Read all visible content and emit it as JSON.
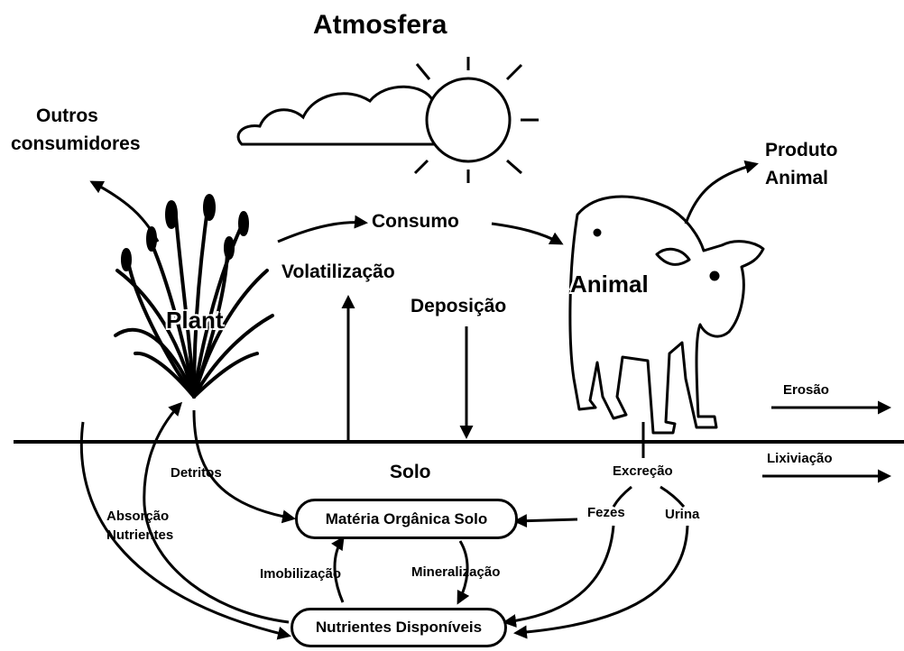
{
  "labels": {
    "atmosphere": "Atmosfera",
    "other_consumers_1": "Outros",
    "other_consumers_2": "consumidores",
    "animal_product_1": "Produto",
    "animal_product_2": "Animal",
    "consumption": "Consumo",
    "volatilization": "Volatilização",
    "deposition": "Deposição",
    "plant": "Plant",
    "animal": "Animal",
    "erosion": "Erosão",
    "leaching": "Lixiviação",
    "soil": "Solo",
    "detritus": "Detritos",
    "excretion": "Excreção",
    "nutrient_uptake_1": "Absorção",
    "nutrient_uptake_2": "Nutrientes",
    "feces": "Fezes",
    "urine": "Urina",
    "immobilization": "Imobilização",
    "mineralization": "Mineralização"
  },
  "pools": {
    "soil_organic_matter": "Matéria Orgânica Solo",
    "available_nutrients": "Nutrientes Disponíveis"
  }
}
